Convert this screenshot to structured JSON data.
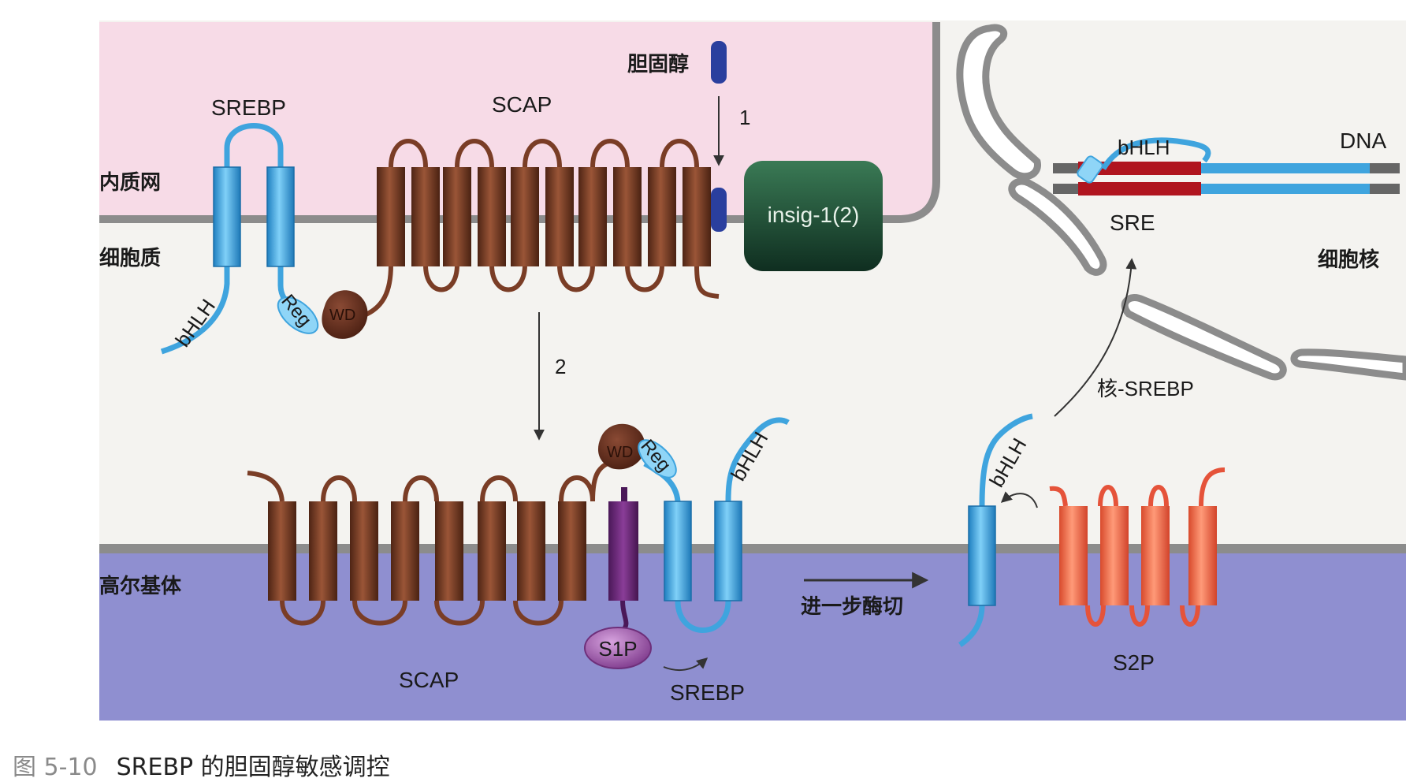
{
  "labels": {
    "er": "内质网",
    "cytoplasm": "细胞质",
    "golgi": "高尔基体",
    "nucleus": "细胞核",
    "cholesterol": "胆固醇",
    "step1": "1",
    "step2": "2",
    "srebp_top": "SREBP",
    "scap_top": "SCAP",
    "insig": "insig-1(2)",
    "bhlh_top": "bHLH",
    "reg_top": "Reg",
    "wd_top": "WD",
    "dna": "DNA",
    "sre": "SRE",
    "bhlh_dna": "bHLH",
    "nuclear_srebp": "核-SREBP",
    "further_cleavage": "进一步酶切",
    "scap_bottom": "SCAP",
    "srebp_bottom": "SREBP",
    "s1p": "S1P",
    "s2p": "S2P",
    "wd_bottom": "WD",
    "reg_bottom": "Reg",
    "bhlh_bottom": "bHLH",
    "bhlh_cleaved": "bHLH"
  },
  "caption": {
    "figure_number": "图 5-10",
    "title": "SREBP 的胆固醇敏感调控"
  },
  "colors": {
    "er_lumen": "#f7dbe7",
    "golgi": "#8f8fd0",
    "membrane": "#8a8a8a",
    "scap": "#7a3d26",
    "srebp": "#3fa4de",
    "insig_dark": "#153d2c",
    "insig_light": "#2f6d4c",
    "s1p": "#6e2f7a",
    "s2p": "#f06a4a",
    "dna_blue": "#3fa4de",
    "sre_red": "#b0151f",
    "cholesterol": "#2a3f9e"
  }
}
